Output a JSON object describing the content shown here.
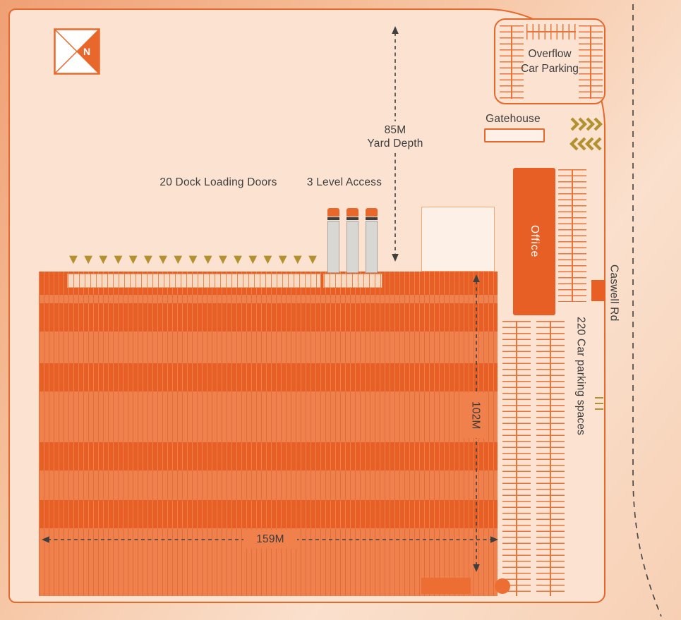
{
  "colors": {
    "accent": "#e8672b",
    "dark_orange": "#e75f25",
    "warehouse": "#f0814d",
    "yard": "#fbe2d1",
    "gold": "#b3912f",
    "comb": "#e8743a",
    "text": "#3d3d3d"
  },
  "compass": {
    "label": "N"
  },
  "overflow_parking": {
    "line1": "Overflow",
    "line2": "Car Parking"
  },
  "gatehouse": {
    "label": "Gatehouse"
  },
  "office": {
    "label": "Office"
  },
  "loading": {
    "dock_label": "20 Dock Loading Doors",
    "access_label": "3 Level Access",
    "dock_markers": "▼▼▼▼▼▼▼▼▼▼▼▼▼▼▼▼▼"
  },
  "dimensions": {
    "yard_value": "85M",
    "yard_label": "Yard Depth",
    "depth": "102M",
    "width": "159M"
  },
  "parking": {
    "label": "220 Car parking spaces"
  },
  "road": {
    "label": "Caswell Rd"
  }
}
